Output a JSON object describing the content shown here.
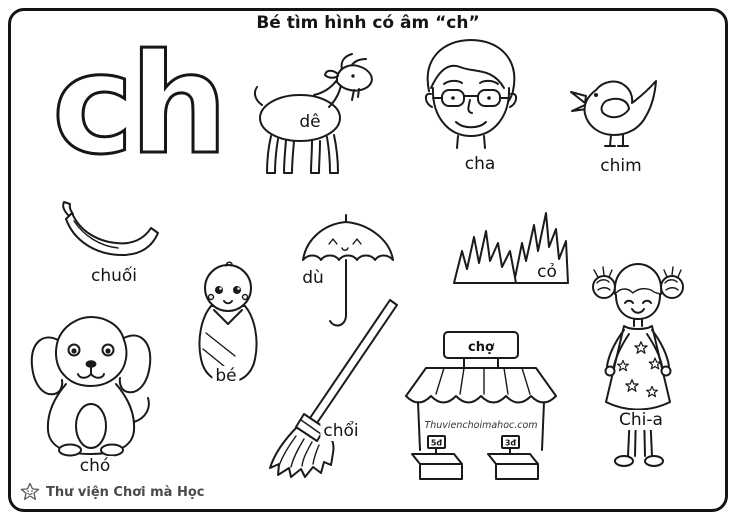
{
  "title": "Bé tìm hình có âm “ch”",
  "big_letters": "ch",
  "items": {
    "goat": {
      "label": "dê"
    },
    "father": {
      "label": "cha"
    },
    "bird": {
      "label": "chim"
    },
    "banana": {
      "label": "chuối"
    },
    "umbrella": {
      "label": "dù"
    },
    "grass": {
      "label": "cỏ"
    },
    "baby": {
      "label": "bé"
    },
    "broom": {
      "label": "chổi"
    },
    "dog": {
      "label": "chó"
    },
    "girl": {
      "label": "Chi-a"
    },
    "market": {
      "label": "chợ",
      "website": "Thuvienchoimahoc.com",
      "price_left": "5đ",
      "price_right": "3đ"
    }
  },
  "footer": {
    "brand": "Thư viện Chơi mà Học"
  }
}
